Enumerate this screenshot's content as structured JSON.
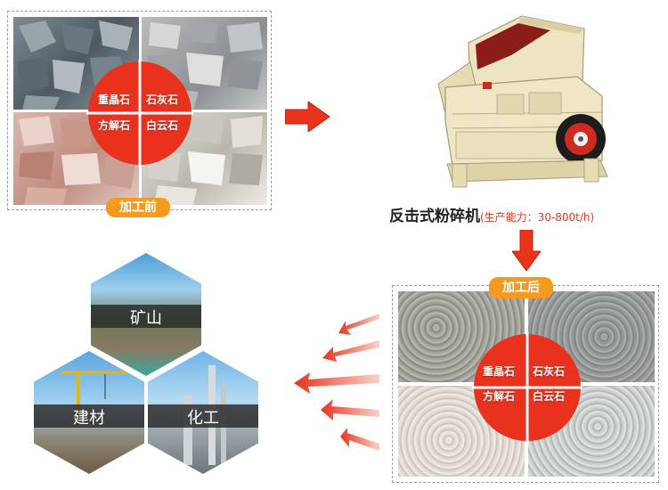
{
  "before": {
    "badge": "加工前",
    "labels": [
      "重晶石",
      "石灰石",
      "方解石",
      "白云石"
    ]
  },
  "machine": {
    "name": "反击式粉碎机",
    "capacity": "(生产能力：30-800t/h)"
  },
  "after": {
    "badge": "加工后",
    "labels": [
      "重晶石",
      "石灰石",
      "方解石",
      "白云石"
    ]
  },
  "applications": {
    "mine": "矿山",
    "building": "建材",
    "chemical": "化工"
  },
  "colors": {
    "badge_orange": "#f39a1f",
    "circle_red": "#e8321e",
    "arrow_red": "#e8331d",
    "label_bar": "#2c2c2c"
  }
}
